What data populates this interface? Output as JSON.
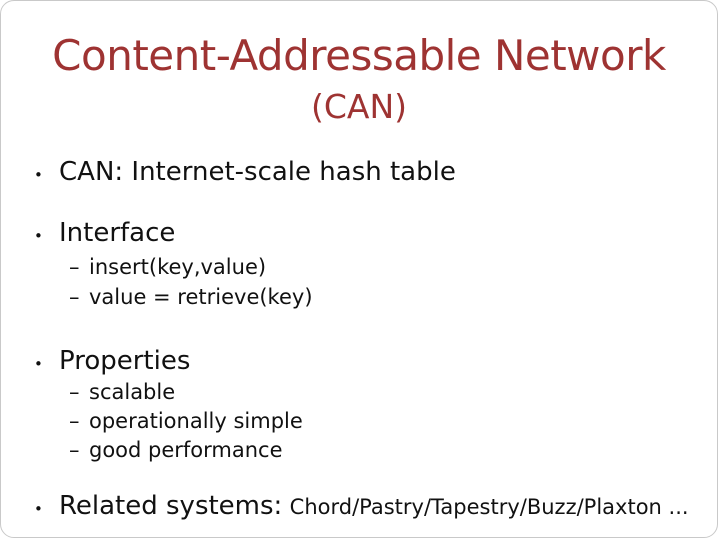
{
  "slide": {
    "title": "Content-Addressable Network",
    "subtitle": "(CAN)",
    "markers": {
      "level1": "•",
      "level2": "–"
    },
    "colors": {
      "title": "#9e3332",
      "body": "#111111",
      "border": "#c9c9c9"
    },
    "bullets": [
      {
        "level": 1,
        "text": "CAN: Internet-scale hash table"
      },
      {
        "level": 1,
        "text": "Interface"
      },
      {
        "level": 2,
        "text": "insert(key,value)"
      },
      {
        "level": 2,
        "text": "value = retrieve(key)"
      },
      {
        "level": 1,
        "text": "Properties"
      },
      {
        "level": 2,
        "text": "scalable"
      },
      {
        "level": 2,
        "text": "operationally simple"
      },
      {
        "level": 2,
        "text": "good performance"
      },
      {
        "level": 1,
        "text": "Related systems:",
        "suffix": "Chord/Pastry/Tapestry/Buzz/Plaxton ..."
      }
    ]
  }
}
